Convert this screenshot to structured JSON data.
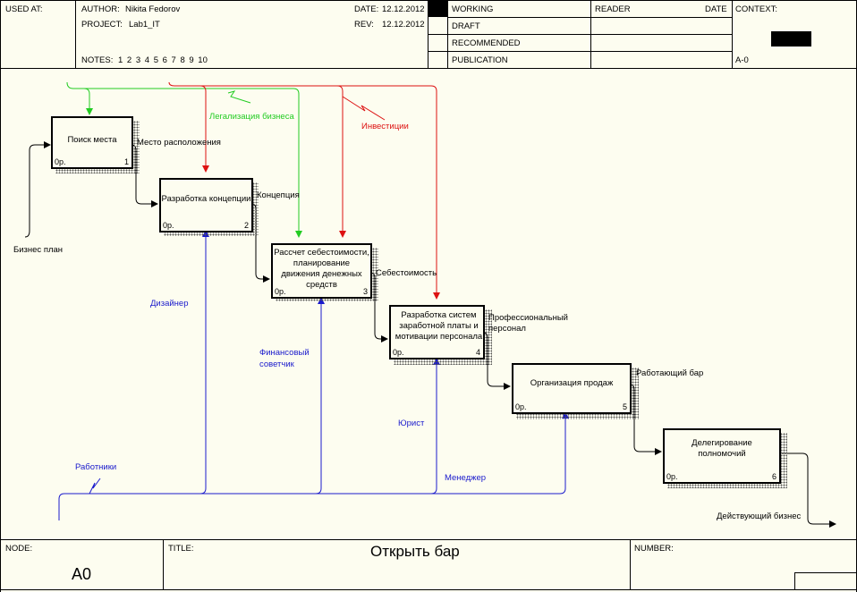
{
  "header": {
    "used_at_label": "USED AT:",
    "author_label": "AUTHOR:",
    "author": "Nikita Fedorov",
    "project_label": "PROJECT:",
    "project": "Lab1_IT",
    "notes_label": "NOTES:",
    "notes": "1 2 3 4 5 6 7 8 9 10",
    "date_label": "DATE:",
    "date": "12.12.2012",
    "rev_label": "REV:",
    "rev": "12.12.2012",
    "status": [
      "WORKING",
      "DRAFT",
      "RECOMMENDED",
      "PUBLICATION"
    ],
    "reader_label": "READER",
    "reader_date_label": "DATE",
    "context_label": "CONTEXT:",
    "context_node": "A-0"
  },
  "boxes": [
    {
      "title": "Поиск места",
      "cost": "0р.",
      "num": "1"
    },
    {
      "title": "Разработка концепции",
      "cost": "0р.",
      "num": "2"
    },
    {
      "title": "Рассчет себестоимости, планирование движения денежных средств",
      "cost": "0р.",
      "num": "3"
    },
    {
      "title": "Разработка систем заработной платы и мотивации персонала",
      "cost": "0р.",
      "num": "4"
    },
    {
      "title": "Организация продаж",
      "cost": "0р.",
      "num": "5"
    },
    {
      "title": "Делегирование полномочий",
      "cost": "0р.",
      "num": "6"
    }
  ],
  "arrows": {
    "business_plan": "Бизнес план",
    "location": "Место расположения",
    "concept": "Концепция",
    "cost_price": "Себестоимость",
    "professional_staff": "Профессиональный персонал",
    "working_bar": "Работающий бар",
    "operating_business": "Действующий бизнес",
    "legalization": "Легализация бизнеса",
    "investments": "Инвестиции",
    "designer": "Дизайнер",
    "financial_advisor": "Финансовый советчик",
    "lawyer": "Юрист",
    "manager": "Менеджер",
    "workers": "Работники"
  },
  "footer": {
    "node_label": "NODE:",
    "node": "A0",
    "title_label": "TITLE:",
    "title": "Открыть бар",
    "number_label": "NUMBER:"
  },
  "colors": {
    "control_green": "#22cc22",
    "control_red": "#dd1111",
    "mechanism_blue": "#1a1acc",
    "background": "#fdfdf0"
  }
}
